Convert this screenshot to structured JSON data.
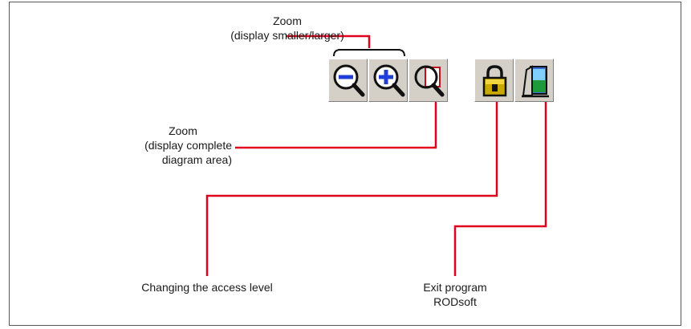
{
  "labels": {
    "zoom_sl_title": "Zoom",
    "zoom_sl_desc": "(display smaller/larger)",
    "zoom_all_title": "Zoom",
    "zoom_all_desc1": "(display complete",
    "zoom_all_desc2": "diagram area)",
    "access": "Changing the access level",
    "exit1": "Exit program",
    "exit2": "RODsoft"
  },
  "toolbar": {
    "buttons": [
      {
        "icon": "zoom-out-icon"
      },
      {
        "icon": "zoom-in-icon"
      },
      {
        "icon": "zoom-complete-area-icon"
      },
      {
        "icon": "padlock-icon"
      },
      {
        "icon": "exit-program-icon"
      }
    ]
  },
  "colors": {
    "leader_line": "#e0001b",
    "toolbar_bg": "#d4d0c8",
    "icon_blue": "#1f3fd6"
  }
}
